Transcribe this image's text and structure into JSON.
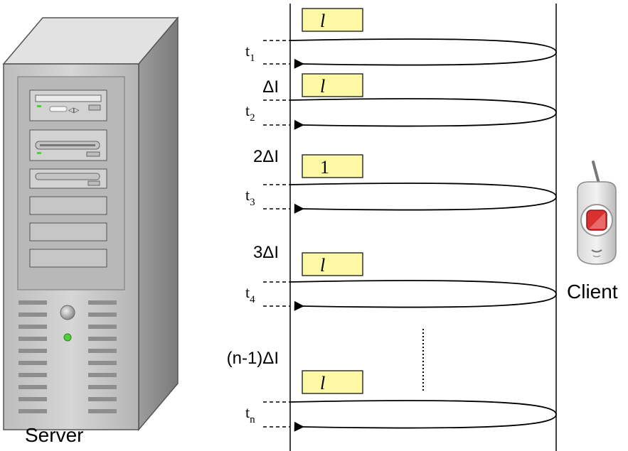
{
  "server": {
    "label": "Server"
  },
  "client": {
    "label": "Client"
  },
  "colors": {
    "packet_fill": "#fcf8a4",
    "packet_stroke": "#333333",
    "server_body": "#c8c8c8",
    "led_green": "#4cd137",
    "phone_red": "#d93030"
  },
  "exchanges": [
    {
      "packet": "l",
      "italic": true,
      "delay": "",
      "t_base": "t",
      "t_sub": "1"
    },
    {
      "packet": "l",
      "italic": true,
      "delay": "ΔI",
      "t_base": "t",
      "t_sub": "2"
    },
    {
      "packet": "1",
      "italic": false,
      "delay": "2ΔI",
      "t_base": "t",
      "t_sub": "3"
    },
    {
      "packet": "l",
      "italic": true,
      "delay": "3ΔI",
      "t_base": "t",
      "t_sub": "4"
    },
    {
      "packet": "l",
      "italic": true,
      "delay": "(n-1)ΔI",
      "t_base": "t",
      "t_sub": "n"
    }
  ]
}
